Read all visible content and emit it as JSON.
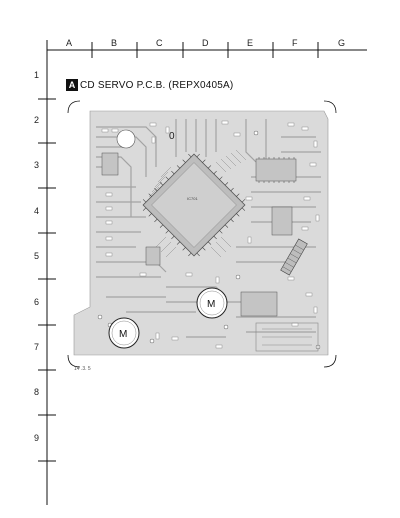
{
  "title": {
    "badge": "A",
    "text": "CD SERVO P.C.B. (REPX0405A)"
  },
  "grid": {
    "columns": [
      "A",
      "B",
      "C",
      "D",
      "E",
      "F",
      "G"
    ],
    "rows": [
      "1",
      "2",
      "3",
      "4",
      "5",
      "6",
      "7",
      "8",
      "9"
    ]
  },
  "board": {
    "motor_labels": [
      "M",
      "M"
    ],
    "ic_label": "IC701",
    "corner_note": "14 .3. 5"
  },
  "colors": {
    "board_fill": "#d9d9d9",
    "trace": "#9a9a9a",
    "pad": "#ffffff",
    "line": "#111111"
  }
}
